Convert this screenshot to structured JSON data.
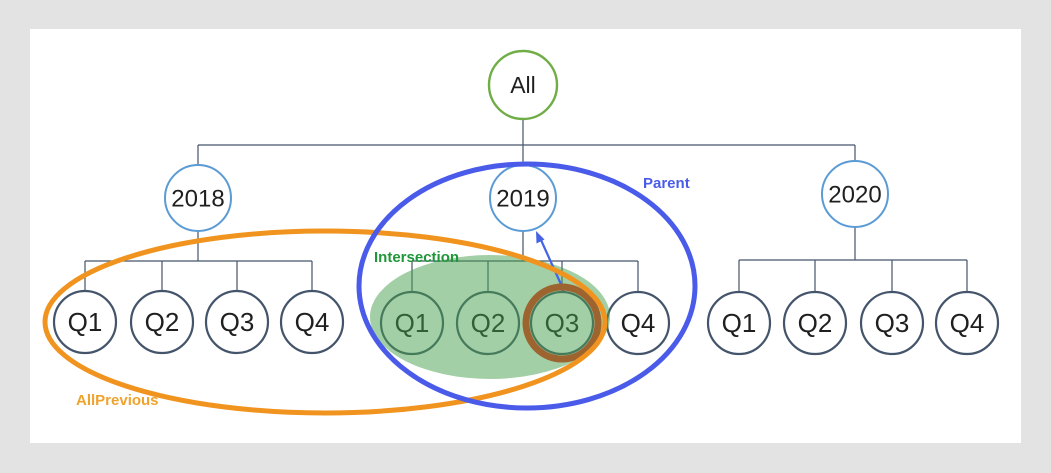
{
  "tree": {
    "root": {
      "label": "All"
    },
    "years": [
      {
        "label": "2018",
        "quarters": [
          "Q1",
          "Q2",
          "Q3",
          "Q4"
        ]
      },
      {
        "label": "2019",
        "quarters": [
          "Q1",
          "Q2",
          "Q3",
          "Q4"
        ]
      },
      {
        "label": "2020",
        "quarters": [
          "Q1",
          "Q2",
          "Q3",
          "Q4"
        ]
      }
    ]
  },
  "annotations": {
    "parent": {
      "label": "Parent"
    },
    "all_previous": {
      "label": "AllPrevious"
    },
    "intersection": {
      "label": "Intersection"
    },
    "highlighted_node": {
      "year": "2019",
      "quarter": "Q3"
    }
  },
  "colors": {
    "background": "#e3e3e3",
    "panel": "#ffffff",
    "root_ring": "#70ad47",
    "year_ring": "#5b9bd5",
    "quarter_ring": "#44546a",
    "connector": "#44546a",
    "node_text": "#1f1f1f",
    "parent_blue": "#4a5bea",
    "all_previous_orange": "#f0941f",
    "all_previous_label": "#efa32f",
    "intersection_label": "#1e9639",
    "intersection_fill": "rgba(70,160,75,0.5)",
    "highlight_ring": "#9e6430",
    "arrow_blue": "#4663e6"
  }
}
